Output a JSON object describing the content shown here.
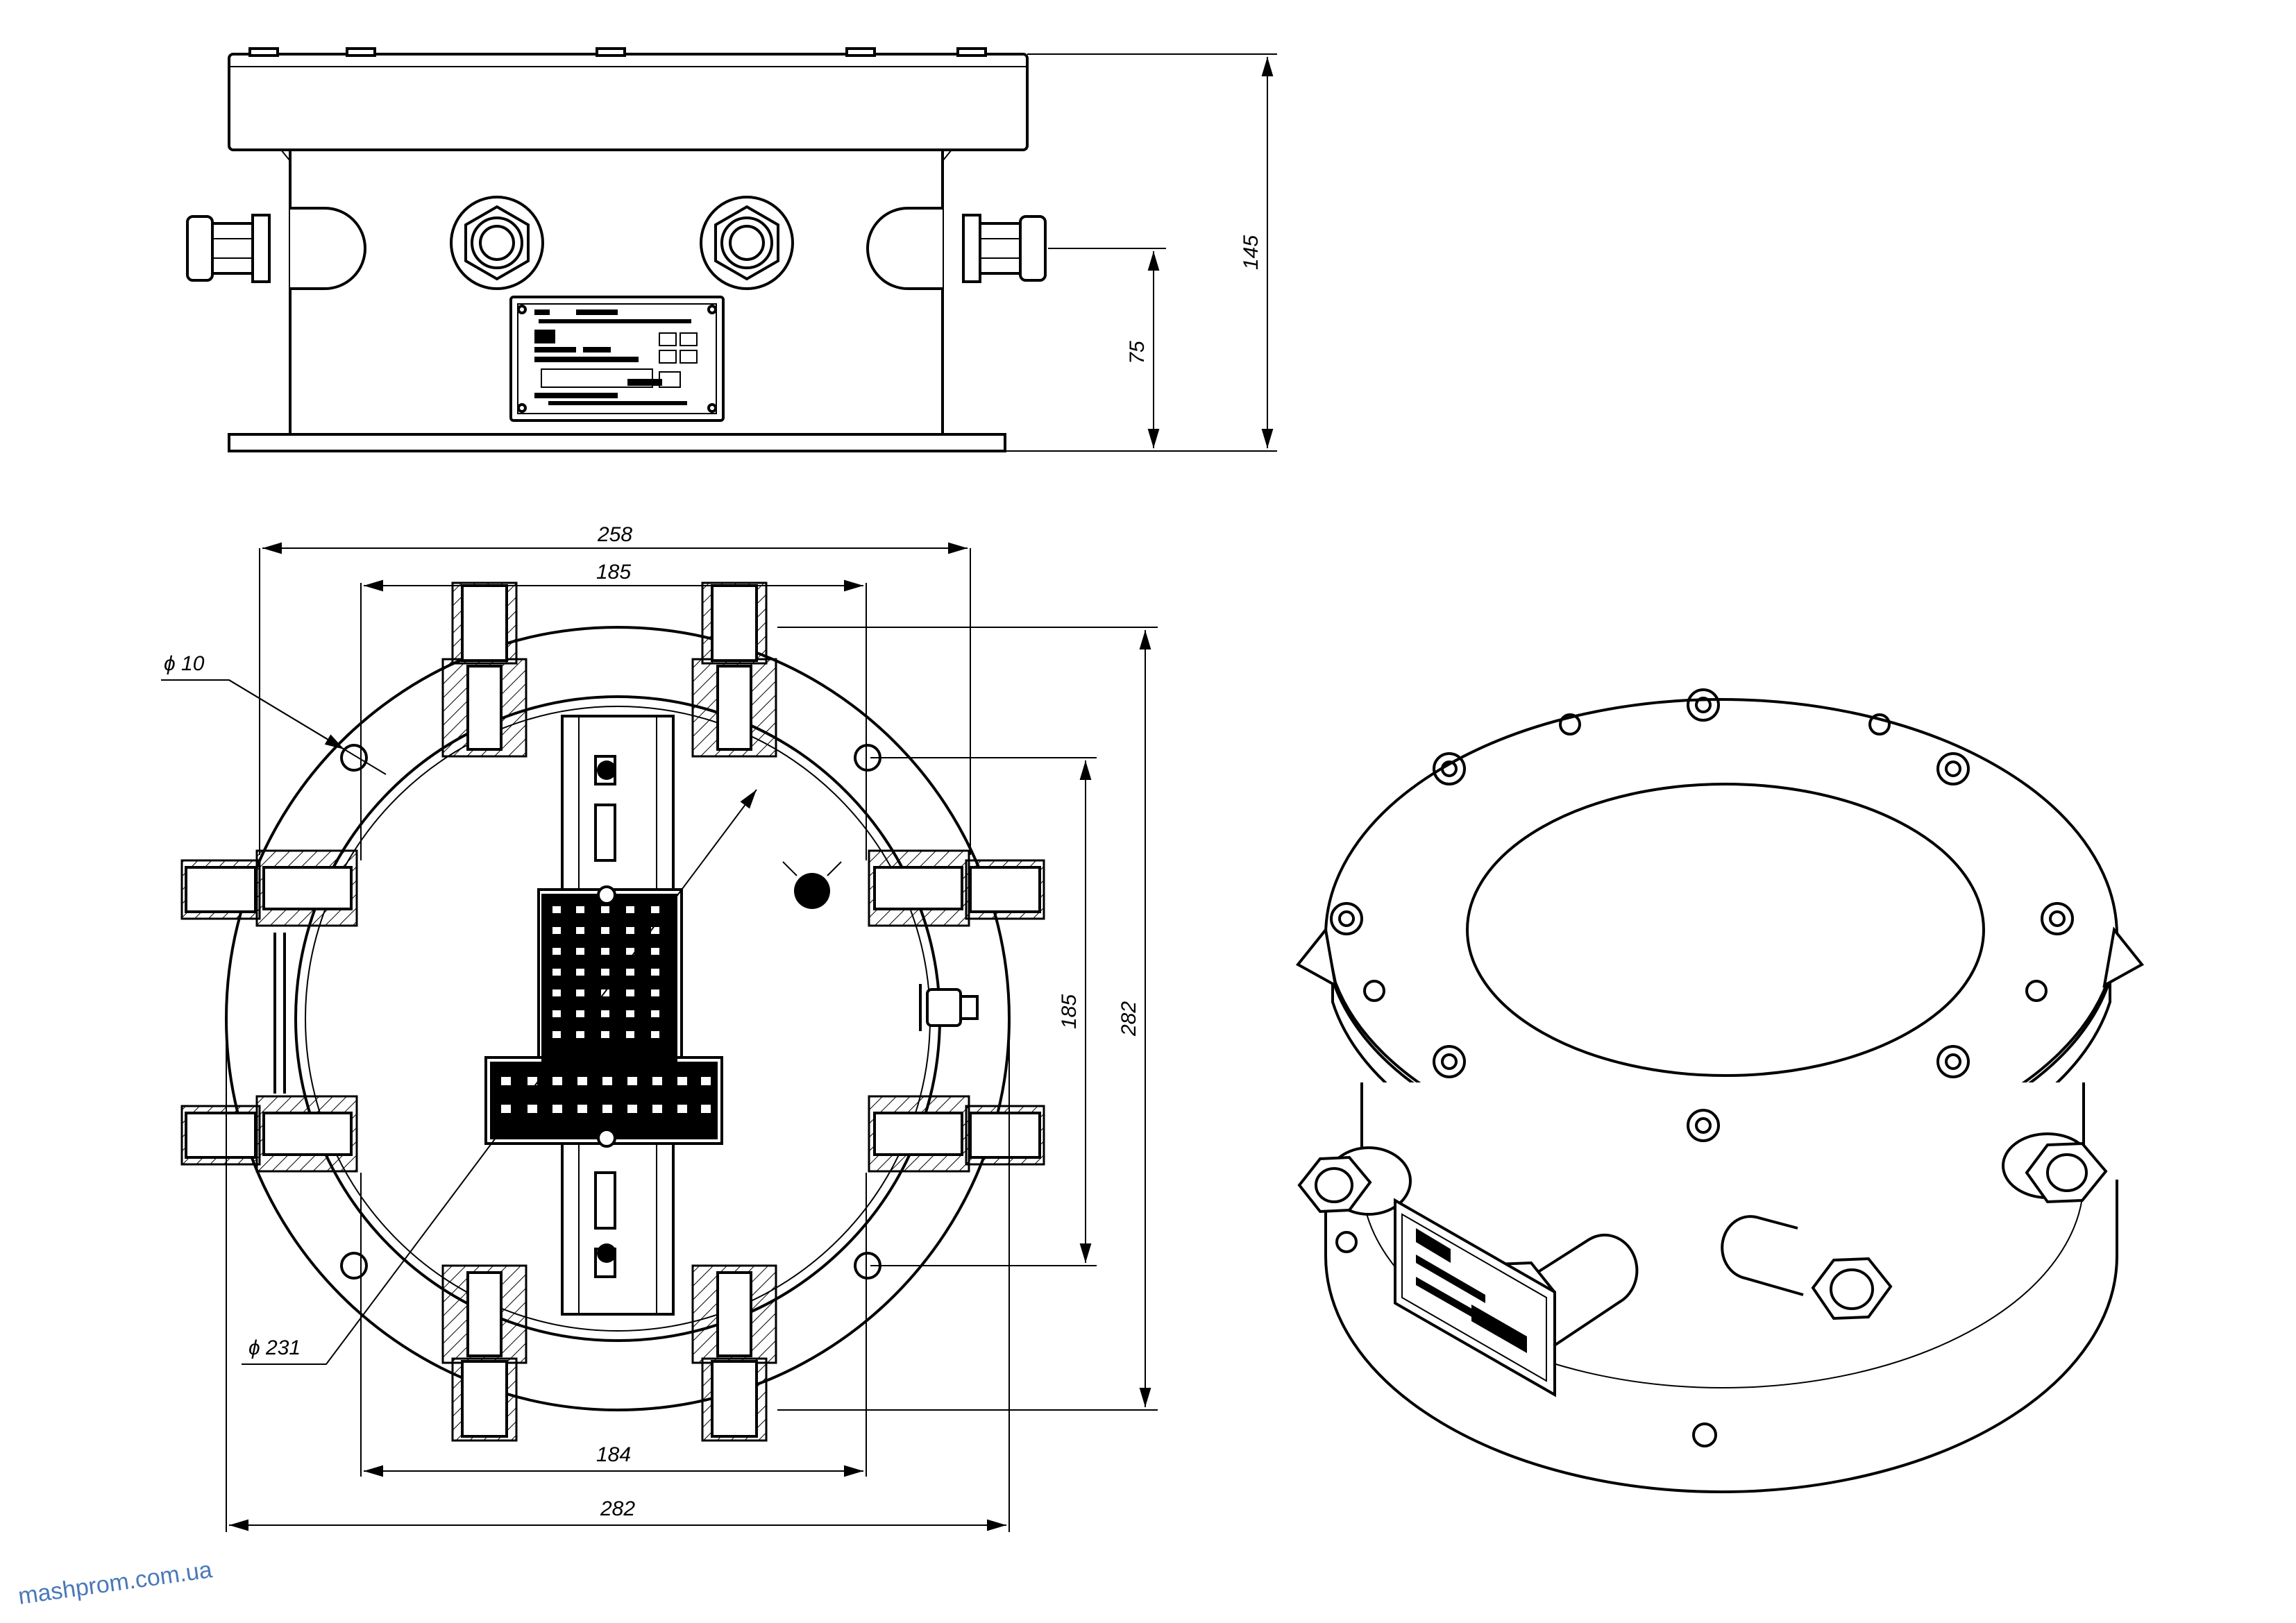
{
  "dimensions": {
    "front_height": "145",
    "gland_height": "75",
    "plan_width_top": "258",
    "plan_width_inner_top": "185",
    "hole_diameter": "ϕ 10",
    "inner_diameter": "ϕ 231",
    "plan_height_inner": "185",
    "plan_height_outer": "282",
    "plan_width_inner_bottom": "184",
    "plan_width_bottom": "282"
  },
  "watermark": "mashprom.com.ua",
  "colors": {
    "line": "#000000",
    "watermark": "#4a78b8",
    "background": "#ffffff"
  }
}
